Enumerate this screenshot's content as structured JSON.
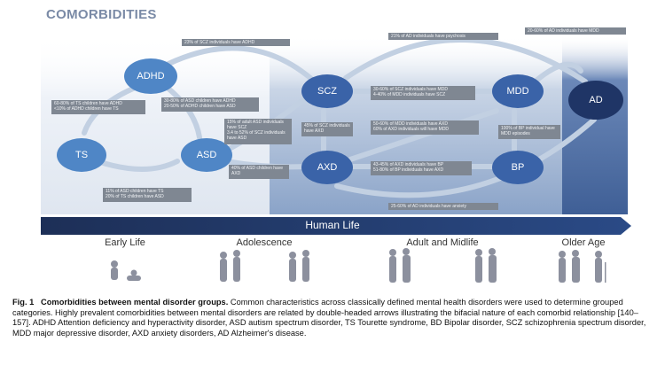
{
  "title": "COMORBIDITIES",
  "nodes": {
    "adhd": "ADHD",
    "ts": "TS",
    "asd": "ASD",
    "scz": "SCZ",
    "axd": "AXD",
    "mdd": "MDD",
    "bp": "BP",
    "ad": "AD"
  },
  "notes": {
    "scz_adhd": "23% of SCZ individuals have ADHD",
    "ad_psychosis": "21% of AD individuals have psychosis",
    "ad_mdd": "20-60% of AD individuals have MDD",
    "ts_adhd": "60-80% of TS children have ADHD\n<10% of ADHD children have TS",
    "asd_adhd": "30-80% of ASD children have ADHD\n20-50% of ADHD children have ASD",
    "asd_scz": "15% of adult ASD individuals have SCZ\n3.4 to 52% of SCZ individuals have ASD",
    "scz_axd": "45% of SCZ individuals have AXD",
    "scz_mdd": "30-60% of SCZ individuals have MDD\n4-40% of MDD individuals have SCZ",
    "mdd_axd": "50-60% of MDD individuals have AXD\n60% of AXD individuals will have MDD",
    "bp_mdd": "100% of BP individual have MDD episodes",
    "asd_axd": "40% of ASD children have AXD",
    "axd_bp": "43-45% of AXD individuals have BP\n51-80% of BP individuals have AXD",
    "asd_ts": "11% of ASD children have TS\n20% of TS children have ASD",
    "ad_anxiety": "25-60% of AD individuals have anxiety"
  },
  "timeline": {
    "label": "Human Life",
    "stages": [
      "Early Life",
      "Adolescence",
      "Adult and Midlife",
      "Older Age"
    ]
  },
  "caption": {
    "label": "Fig. 1",
    "title": "Comorbidities between mental disorder groups.",
    "text": " Common characteristics across classically defined mental health disorders were used to determine grouped categories. Highly prevalent comorbidities between mental disorders are related by double-headed arrows illustrating the bifacial nature of each comorbid relationship [140–157]. ADHD Attention deficiency and hyperactivity disorder, ASD autism spectrum disorder, TS Tourette syndrome, BD Bipolar disorder, SCZ schizophrenia spectrum disorder, MDD major depressive disorder, AXD anxiety disorders, AD Alzheimer's disease."
  },
  "colors": {
    "node_light": "#4f86c6",
    "node_dark": "#2e4e8a",
    "ad": "#1f3566",
    "arrow": "#b7c7dc",
    "note_bg": "#7f8792"
  }
}
